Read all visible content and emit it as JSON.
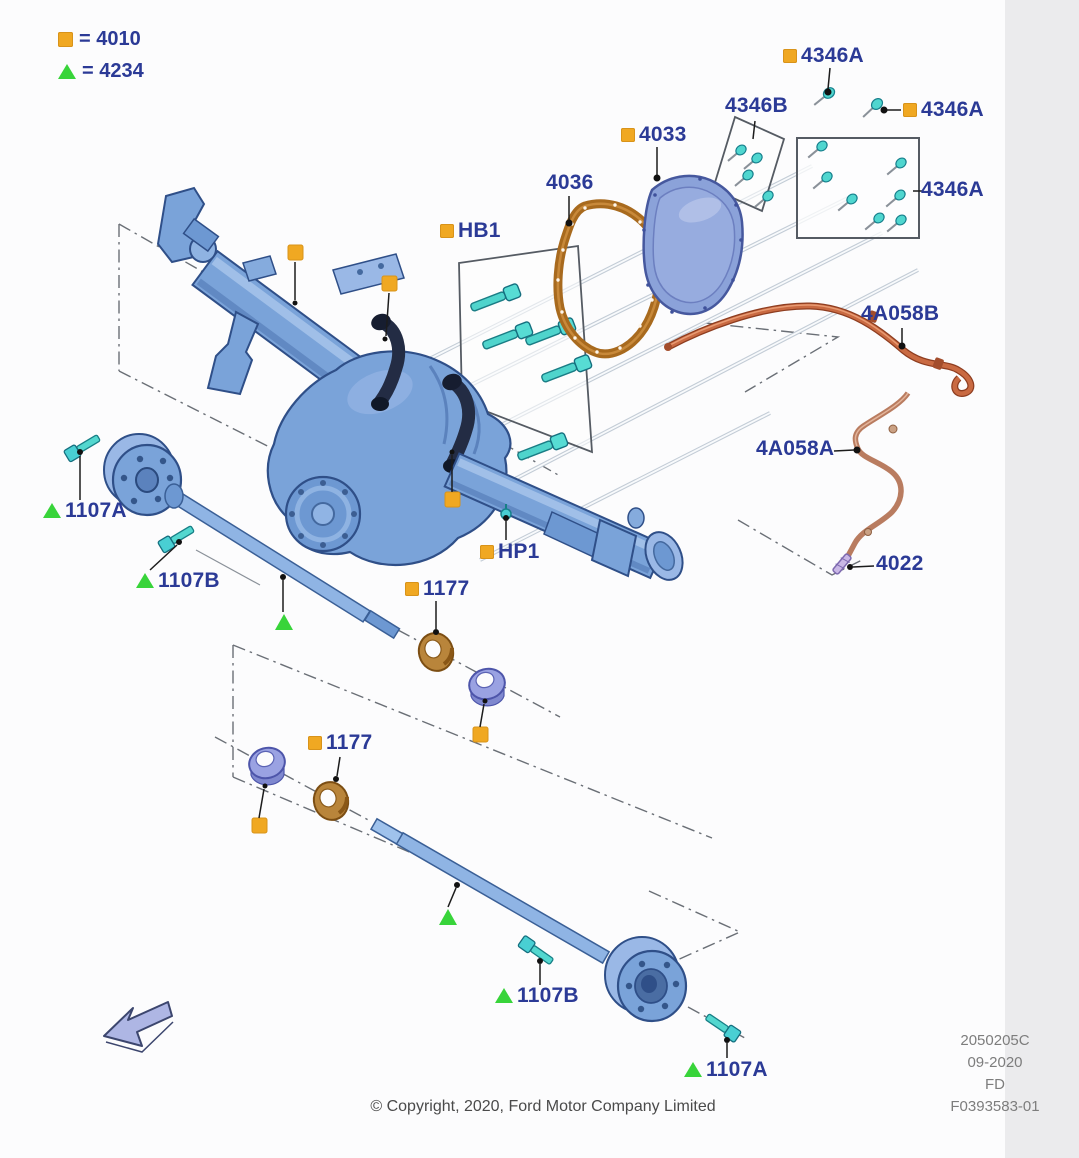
{
  "page": {
    "background": "#fcfcfd",
    "side_strip_color": "#ebebed"
  },
  "legend": {
    "square_code": "= 4010",
    "triangle_code": "= 4234"
  },
  "callouts": {
    "c4346a_top": "4346A",
    "c4346b": "4346B",
    "c4346a_right": "4346A",
    "c4033": "4033",
    "c4346a_far": "4346A",
    "c4036": "4036",
    "chb1": "HB1",
    "c4a058b": "4A058B",
    "c4a058a": "4A058A",
    "c4022": "4022",
    "c1107a_1": "1107A",
    "c1107b_1": "1107B",
    "c1177_1": "1177",
    "chp1": "HP1",
    "c1177_2": "1177",
    "c1107b_2": "1107B",
    "c1107a_2": "1107A"
  },
  "footer": {
    "copyright": "© Copyright, 2020, Ford Motor Company Limited"
  },
  "doc_info": {
    "line1": "2050205C",
    "line2": "09-2020",
    "line3": "FD",
    "line4": "F0393583-01"
  },
  "colors": {
    "label_text": "#2b3a96",
    "marker_square": "#f0a822",
    "marker_triangle": "#38d43a",
    "part_blue": "#7aa3d9",
    "hardware_teal": "#4fd4cc",
    "gasket_brown": "#a86a1e",
    "brake_line_rear": "#b95732",
    "brake_line_front": "#b97c60",
    "seal_bronze": "#b9853b",
    "retainer_purple": "#9aa2e2"
  }
}
